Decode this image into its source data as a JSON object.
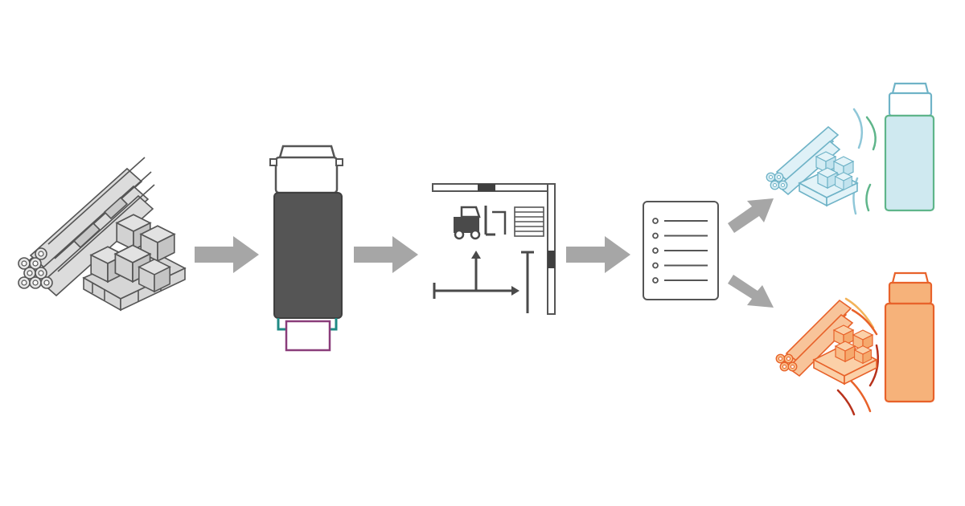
{
  "diagram": {
    "stages": [
      {
        "id": "cargo",
        "icon": "pipe-bundle-and-pallet-icon"
      },
      {
        "id": "vehicle",
        "icon": "truck-top-view-icon"
      },
      {
        "id": "warehouse",
        "icon": "warehouse-floorplan-icon"
      },
      {
        "id": "checklist",
        "icon": "checklist-icon",
        "rows": 5
      },
      {
        "id": "outcome-good",
        "icon": "stable-load-icon",
        "status": "ok"
      },
      {
        "id": "outcome-bad",
        "icon": "shifting-load-icon",
        "status": "warning"
      }
    ],
    "colors": {
      "stroke": "#555555",
      "arrow": "#a6a6a6",
      "truck_body": "#555555",
      "truck_wheel": "#1f8a84",
      "truck_trailer": "#8a3d7a",
      "good_fill": "#cfe9f0",
      "good_stroke": "#6fb3c7",
      "good_accent": "#5fb58a",
      "bad_fill": "#f6b27a",
      "bad_stroke": "#e8622a",
      "bad_accent": "#b8321c"
    }
  }
}
